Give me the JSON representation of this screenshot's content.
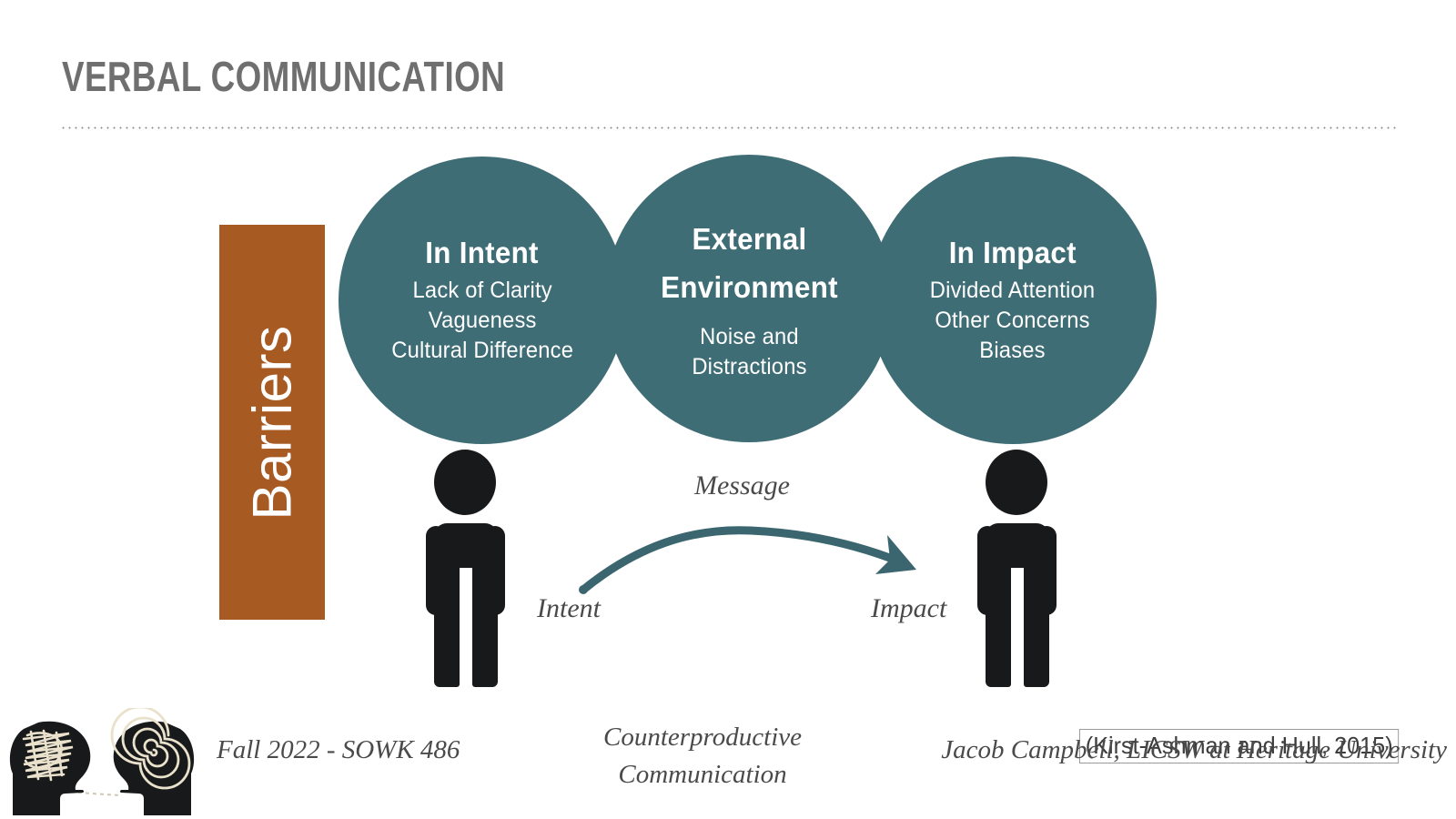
{
  "slide": {
    "title": "Verbal Communication",
    "background_color": "#ffffff"
  },
  "barriers": {
    "label": "Barriers",
    "color": "#a85a23",
    "text_color": "#ffffff"
  },
  "circles": [
    {
      "heading": "In Intent",
      "body": "Lack of Clarity\nVagueness\nCultural Difference",
      "color": "#3f6d75"
    },
    {
      "heading": "External\nEnvironment",
      "body": "Noise and\nDistractions",
      "color": "#3f6d75"
    },
    {
      "heading": "In Impact",
      "body": "Divided Attention\nOther Concerns\nBiases",
      "color": "#3f6d75"
    }
  ],
  "diagram": {
    "arrow_label": "Message",
    "source_label": "Intent",
    "target_label": "Impact",
    "arrow_color": "#3b6670",
    "figure_color": "#18191b",
    "sender_icon": "person-figure-icon",
    "receiver_icon": "person-figure-icon",
    "arrow_icon": "curved-arrow-icon"
  },
  "footer": {
    "left": "Fall 2022 - SOWK 486",
    "center": "Counterproductive\nCommunication",
    "right": "Jacob Campbell, LICSW at Heritage University",
    "citation": "(Kirst-Ashman and Hull, 2015)"
  },
  "logo": {
    "name": "two-heads-communication-logo",
    "head_color": "#18191b",
    "pattern_color": "#e9e1cb"
  }
}
